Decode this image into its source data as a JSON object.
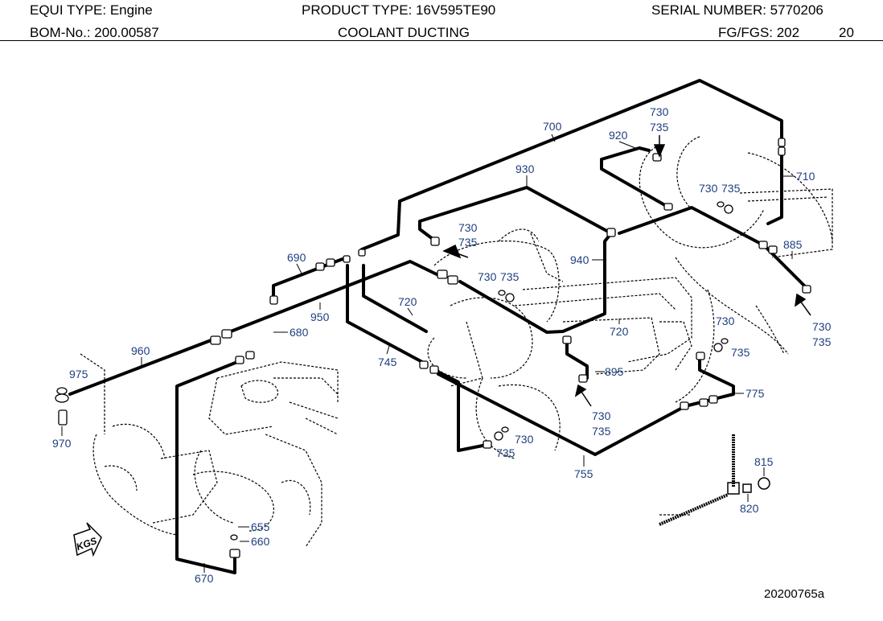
{
  "header": {
    "equi_type": "EQUI TYPE:  Engine",
    "product_type": "PRODUCT TYPE:  16V595TE90",
    "serial_number": "SERIAL NUMBER:  5770206",
    "bom_no": "BOM-No.:  200.00587",
    "title": "COOLANT DUCTING",
    "fg_fgs": "FG/FGS:  202",
    "fg_sub": "20"
  },
  "drawing_id": "20200765a",
  "kgs_label": "KGS",
  "colors": {
    "label": "#1f3f7f",
    "line": "#000000"
  },
  "callouts": {
    "c700": "700",
    "c920": "920",
    "c730a": "730",
    "c735a": "735",
    "c710": "710",
    "c930": "930",
    "c730b": "730",
    "c735b": "735",
    "c730c": "730",
    "c735c": "735",
    "c885": "885",
    "c690": "690",
    "c940": "940",
    "c730d": "730",
    "c735d": "735",
    "c720a": "720",
    "c720b": "720",
    "c950": "950",
    "c680": "680",
    "c730e": "730",
    "c735e": "735",
    "c730f": "730",
    "c735f": "735",
    "c960": "960",
    "c745": "745",
    "c895": "895",
    "c975": "975",
    "c775": "775",
    "c730g": "730",
    "c735g": "735",
    "c970": "970",
    "c730h": "730",
    "c735h": "735",
    "c755": "755",
    "c815": "815",
    "c820": "820",
    "c655": "655",
    "c660": "660",
    "c670": "670"
  }
}
